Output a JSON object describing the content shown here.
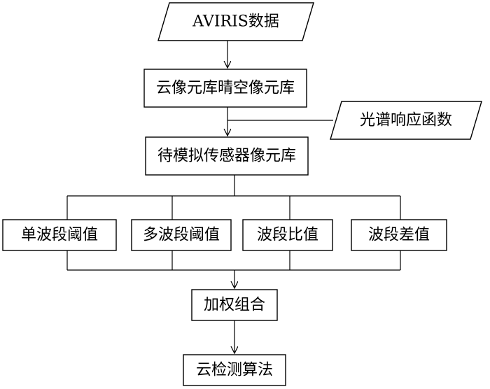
{
  "nodes": {
    "input": "AVIRIS数据",
    "pixel_lib": "云像元库晴空像元库",
    "spectral_response": "光谱响应函数",
    "simulated_lib": "待模拟传感器像元库",
    "single_band": "单波段阈值",
    "multi_band": "多波段阈值",
    "band_ratio": "波段比值",
    "band_diff": "波段差值",
    "weighted_combo": "加权组合",
    "cloud_detection": "云检测算法"
  },
  "colors": {
    "stroke": "#000000",
    "fill": "#ffffff"
  }
}
